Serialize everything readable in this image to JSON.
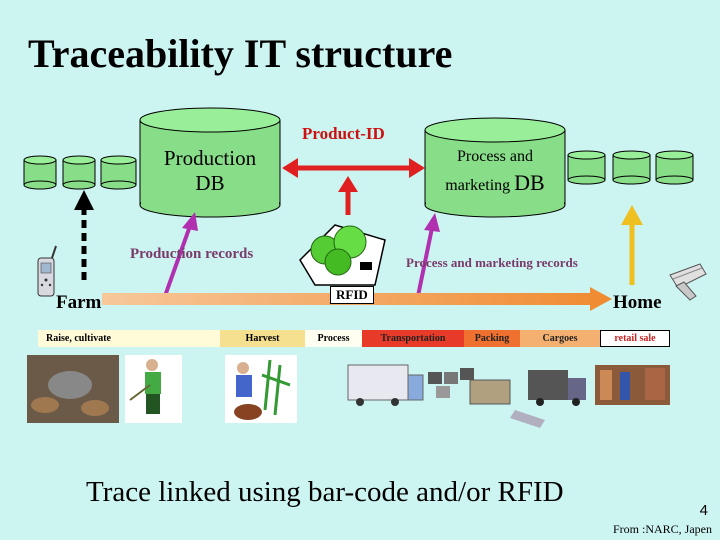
{
  "title": "Traceability IT structure",
  "databases": {
    "production": {
      "line1": "Production",
      "line2": "DB"
    },
    "process": {
      "line1": "Process and",
      "line2a": "marketing ",
      "line2b": "DB"
    }
  },
  "labels": {
    "product_id": "Product-ID",
    "production_records": "Production records",
    "process_records": "Process and marketing records",
    "rfid": "RFID",
    "farm": "Farm",
    "home": "Home"
  },
  "stages": [
    "Raise, cultivate",
    "Harvest",
    "Process",
    "Transportation",
    "Packing",
    "Cargoes",
    "retail sale"
  ],
  "footer": "Trace linked using bar-code and/or RFID",
  "page_number": "4",
  "credit": "From :NARC, Japen",
  "colors": {
    "background": "#ccf5f2",
    "db_fill": "#88dd88",
    "red_arrow": "#e02020",
    "purple_arrow": "#b030b0",
    "orange_arrow": "#f5a050",
    "yellow_arrow": "#f0c020"
  },
  "icons": [
    "mobile-phone-icon",
    "barcode-scanner-icon",
    "cabbage-product-icon"
  ]
}
